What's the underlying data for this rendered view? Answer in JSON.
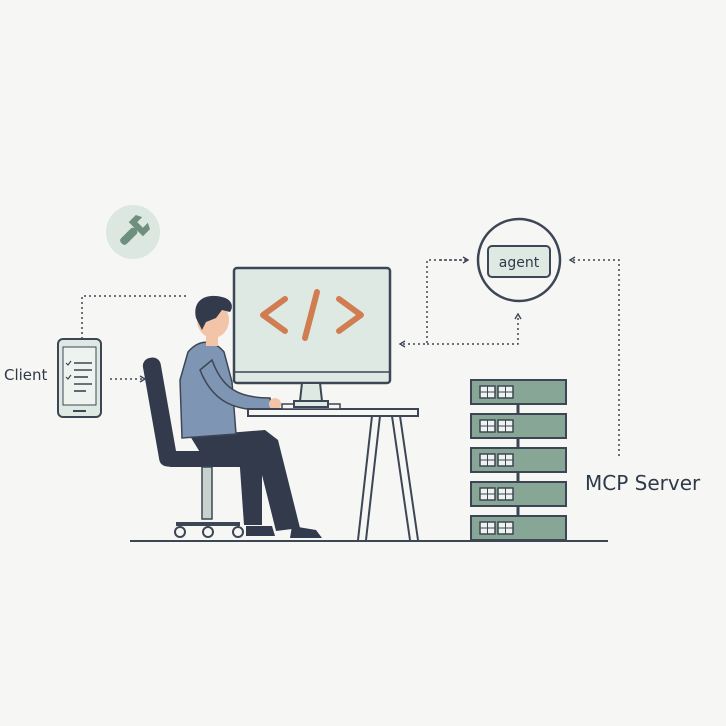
{
  "labels": {
    "client": "Client",
    "agent": "agent",
    "server": "MCP Server"
  },
  "monitor": {
    "code_glyph": "</>"
  },
  "icons": {
    "wrench": "wrench-icon",
    "phone": "smartphone-icon",
    "monitor": "monitor-icon",
    "server": "server-rack-icon",
    "person": "developer-person-icon"
  },
  "colors": {
    "stroke": "#3d4655",
    "screen": "#dfe9e4",
    "code": "#d07d52",
    "server": "#88a695",
    "shirt": "#7f95b4",
    "pants": "#323a4c",
    "wrench_bg": "#dbe7e0",
    "wrench": "#6e8f7e"
  }
}
